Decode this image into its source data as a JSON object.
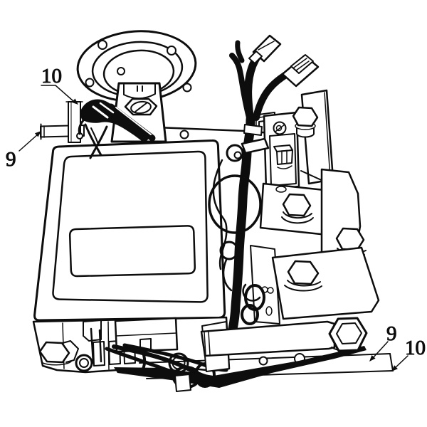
{
  "figure": {
    "description": "technical line drawing of a steering-column controller assembly",
    "colors": {
      "ink": "#0d0d0d",
      "background": "#ffffff"
    },
    "callouts": {
      "left_bracket": {
        "label": "10"
      },
      "left_plate": {
        "label": "9"
      },
      "right_plate_top": {
        "label": "9"
      },
      "right_plate_bottom": {
        "label": "10"
      }
    }
  }
}
